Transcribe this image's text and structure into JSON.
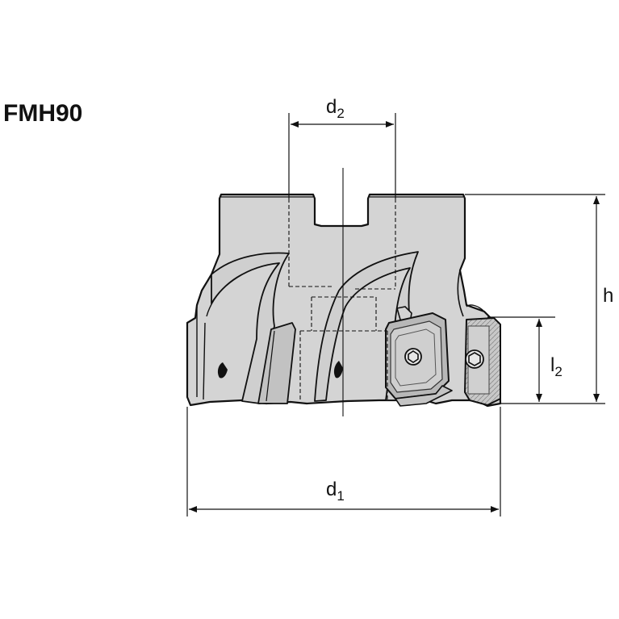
{
  "title": "FMH90",
  "dimensions": {
    "d2": {
      "main": "d",
      "sub": "2"
    },
    "d1": {
      "main": "d",
      "sub": "1"
    },
    "h": {
      "main": "h"
    },
    "l2": {
      "main": "l",
      "sub": "2"
    }
  },
  "colors": {
    "body_fill": "#d4d4d4",
    "insert_fill": "#bdbdbd",
    "line": "#111111",
    "background": "#ffffff"
  }
}
